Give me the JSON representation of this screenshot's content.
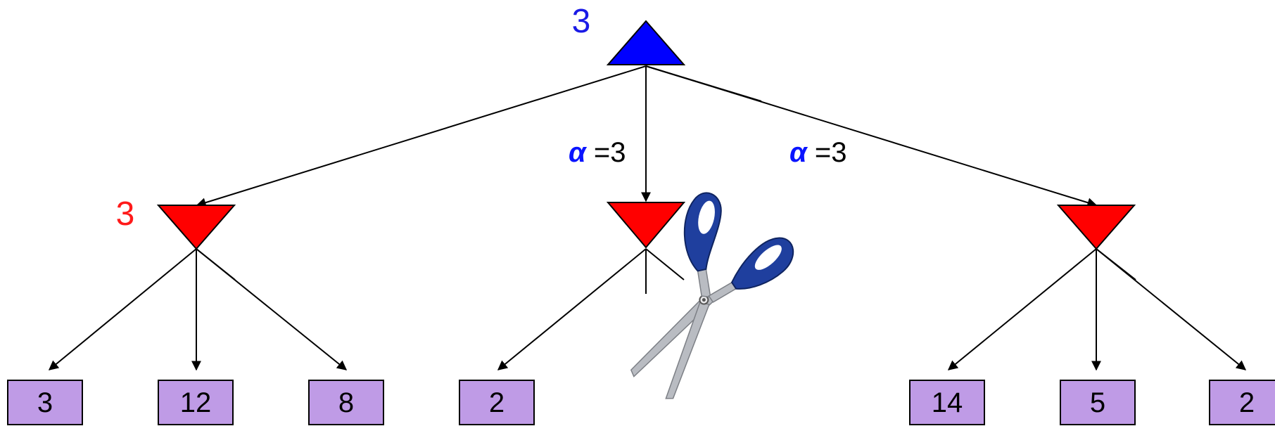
{
  "colors": {
    "max_node": "#0000ff",
    "min_node": "#ff0000",
    "max_label": "#1a1ae6",
    "min_label": "#ff1a1a",
    "alpha_symbol": "#0a14ff",
    "leaf_fill": "#bf9be6",
    "edge": "#000000",
    "scissors_blade": "#b9bcc2",
    "scissors_handle": "#1f3f9e"
  },
  "root": {
    "type": "max",
    "value_label": "3"
  },
  "min_nodes": [
    {
      "id": "left",
      "value_label": "3",
      "pruned": false
    },
    {
      "id": "middle",
      "value_label": "",
      "pruned": true
    },
    {
      "id": "right",
      "value_label": "",
      "pruned": false
    }
  ],
  "edge_labels": [
    {
      "symbol": "α",
      "text": " =3"
    },
    {
      "symbol": "α",
      "text": " =3"
    }
  ],
  "leaves": [
    "3",
    "12",
    "8",
    "2",
    "14",
    "5",
    "2"
  ],
  "icons": {
    "scissors": "scissors-icon"
  }
}
